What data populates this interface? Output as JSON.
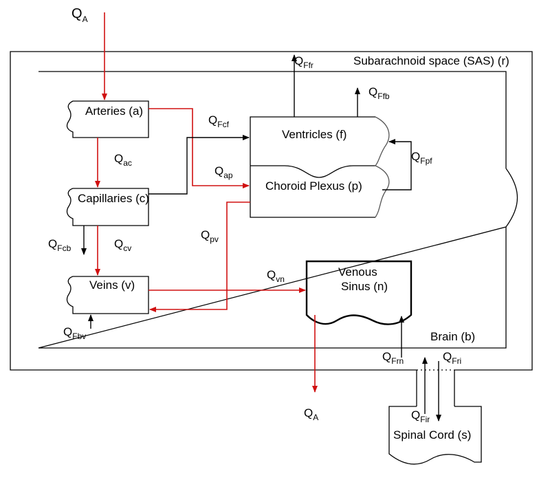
{
  "compartments": {
    "sas": "Subarachnoid space (SAS) (r)",
    "brain": "Brain (b)",
    "arteries": "Arteries (a)",
    "capillaries": "Capillaries (c)",
    "veins": "Veins (v)",
    "ventricles": "Ventricles (f)",
    "choroid": "Choroid Plexus (p)",
    "venous_line1": "Venous",
    "venous_line2": "Sinus (n)",
    "spinal": "Spinal Cord (s)"
  },
  "flows": {
    "qa_in": {
      "base": "Q",
      "sub": "A"
    },
    "qa_out": {
      "base": "Q",
      "sub": "A"
    },
    "q_ffr": {
      "base": "Q",
      "sub": "Ffr"
    },
    "q_ffb": {
      "base": "Q",
      "sub": "Ffb"
    },
    "q_fcf": {
      "base": "Q",
      "sub": "Fcf"
    },
    "q_fpf": {
      "base": "Q",
      "sub": "Fpf"
    },
    "q_ac": {
      "base": "Q",
      "sub": "ac"
    },
    "q_ap": {
      "base": "Q",
      "sub": "ap"
    },
    "q_fcb": {
      "base": "Q",
      "sub": "Fcb"
    },
    "q_cv": {
      "base": "Q",
      "sub": "cv"
    },
    "q_pv": {
      "base": "Q",
      "sub": "pv"
    },
    "q_vn": {
      "base": "Q",
      "sub": "vn"
    },
    "q_fbv": {
      "base": "Q",
      "sub": "Fbv"
    },
    "q_frn": {
      "base": "Q",
      "sub": "Frn"
    },
    "q_fri": {
      "base": "Q",
      "sub": "Fri"
    },
    "q_fir": {
      "base": "Q",
      "sub": "Fir"
    }
  },
  "colors": {
    "blood_flow": "#d01010",
    "csf_flow": "#000000"
  }
}
